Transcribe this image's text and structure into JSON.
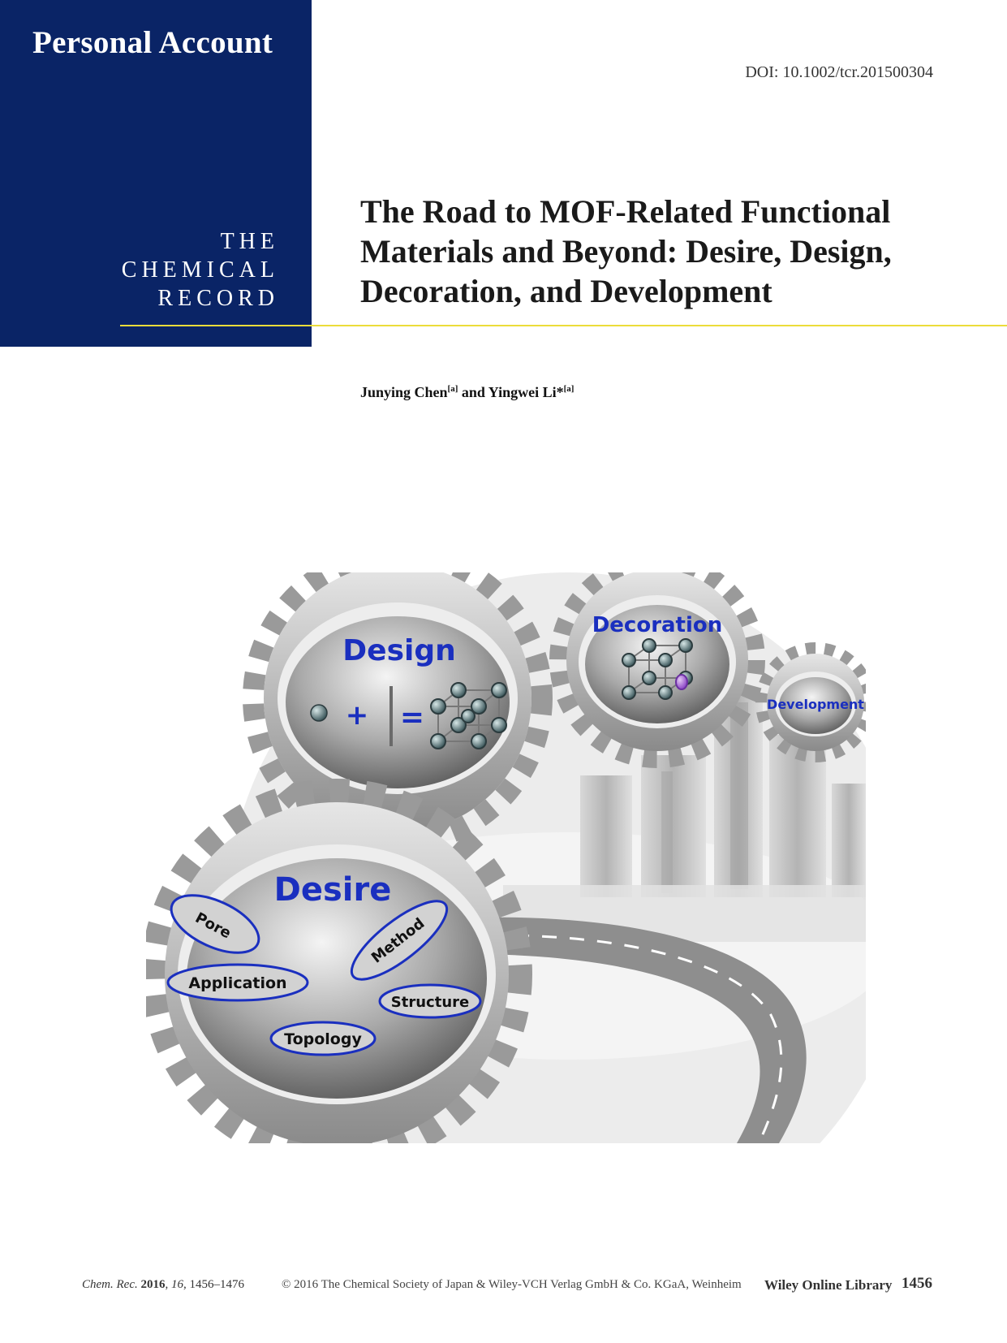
{
  "header": {
    "section_label": "Personal Account",
    "journal_line1": "THE",
    "journal_line2": "CHEMICAL",
    "journal_line3": "RECORD",
    "doi": "DOI: 10.1002/tcr.201500304"
  },
  "article": {
    "title_line1": "The Road to MOF-Related Functional",
    "title_line2": "Materials and Beyond: Desire, Design,",
    "title_line3": "Decoration, and Development",
    "author1": "Junying Chen",
    "author1_aff": "[a]",
    "author_join": " and ",
    "author2": "Yingwei Li*",
    "author2_aff": "[a]"
  },
  "figure": {
    "gear_design": "Design",
    "gear_decoration": "Decoration",
    "gear_development": "Development",
    "gear_desire": "Desire",
    "plus_symbol": "+",
    "equals_symbol": "=",
    "cloud_pore": "Pore",
    "cloud_method": "Method",
    "cloud_application": "Application",
    "cloud_structure": "Structure",
    "cloud_topology": "Topology",
    "colors": {
      "gear_text": "#1a2fbf",
      "banner": "#0a2466",
      "rule": "#ecdc3a"
    }
  },
  "footer": {
    "journal_abbrev": "Chem. Rec.",
    "year": "2016",
    "volume": "16",
    "pages": "1456–1476",
    "copyright": "© 2016 The Chemical Society of Japan & Wiley-VCH Verlag GmbH & Co. KGaA, Weinheim",
    "library": "Wiley Online Library",
    "page_number": "1456"
  }
}
